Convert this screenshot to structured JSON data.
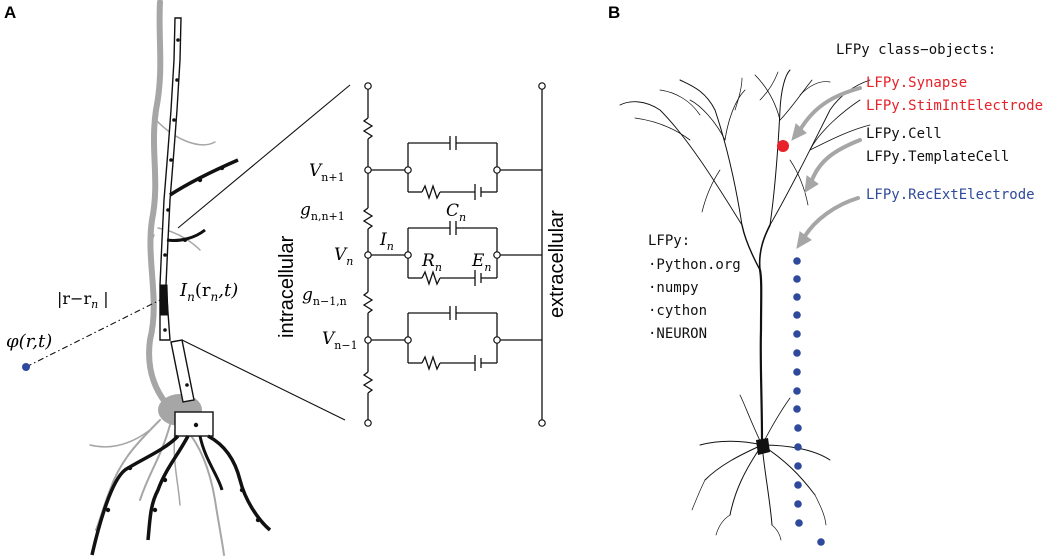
{
  "panels": {
    "a_label": "A",
    "b_label": "B"
  },
  "panel_a": {
    "potential_label": "φ(r,t)",
    "distance_label": "|r−r",
    "distance_sub": "n",
    "current_label": "I",
    "current_sub": "n",
    "current_args": "(r",
    "current_args_sub": "n",
    "current_args_end": ",t)",
    "intracellular": "intracellular",
    "extracellular": "extracellular",
    "v_top": "V",
    "v_top_sub": "n+1",
    "g_top": "g",
    "g_top_sub": "n,n+1",
    "v_mid": "V",
    "v_mid_sub": "n",
    "i_mid": "I",
    "i_mid_sub": "n",
    "g_bot": "g",
    "g_bot_sub": "n−1,n",
    "v_bot": "V",
    "v_bot_sub": "n−1",
    "c_label": "C",
    "c_sub": "n",
    "r_label": "R",
    "r_sub": "n",
    "e_label": "E",
    "e_sub": "n"
  },
  "panel_b": {
    "header": "LFPy class−objects:",
    "classes_red": [
      "LFPy.Synapse",
      "LFPy.StimIntElectrode"
    ],
    "classes_black": [
      "LFPy.Cell",
      "LFPy.TemplateCell"
    ],
    "classes_blue": [
      "LFPy.RecExtElectrode"
    ],
    "deps_title": "LFPy:",
    "deps": [
      "·Python.org",
      "·numpy",
      "·cython",
      "·NEURON"
    ]
  },
  "colors": {
    "red": "#e8202a",
    "blue": "#2f4a9c",
    "gray": "#a6a6a6",
    "black": "#111111"
  }
}
